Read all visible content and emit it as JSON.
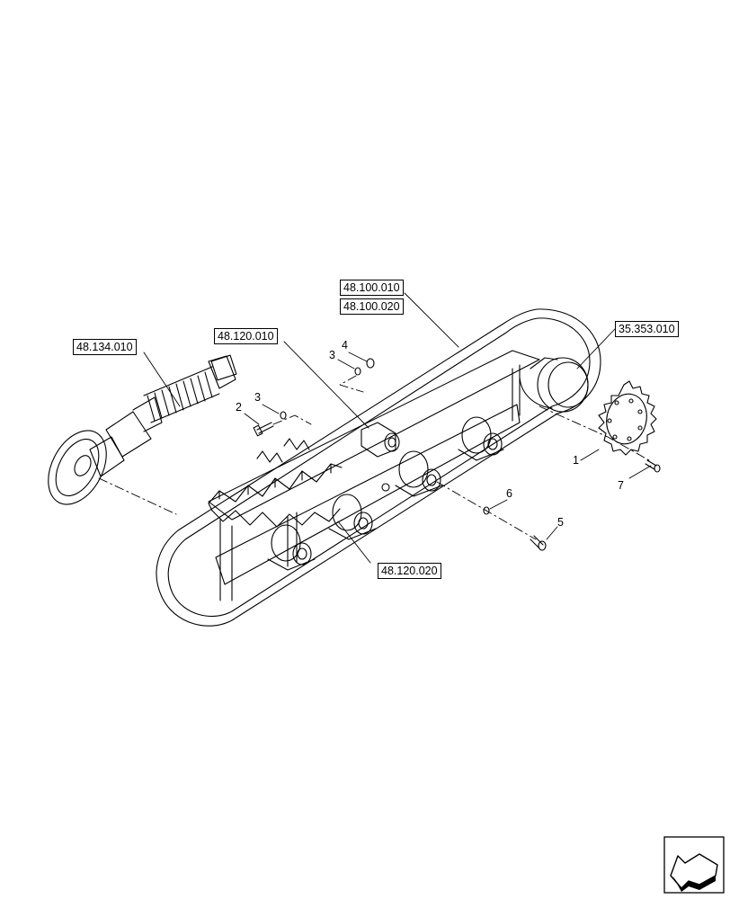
{
  "references": {
    "track_frame_ref_1": "48.100.010",
    "track_frame_ref_2": "48.100.020",
    "idler_ref": "48.134.010",
    "top_roller_ref": "48.120.010",
    "drive_motor_ref": "35.353.010",
    "bottom_roller_ref": "48.120.020"
  },
  "callouts": {
    "sprocket": "1",
    "bolt_upper": "2",
    "washer_upper": "3",
    "washer_top": "3",
    "nut_top": "4",
    "bolt_lower": "5",
    "washer_lower": "6",
    "sprocket_bolt": "7"
  },
  "icons": {
    "navigation": "page-arrow-icon"
  }
}
